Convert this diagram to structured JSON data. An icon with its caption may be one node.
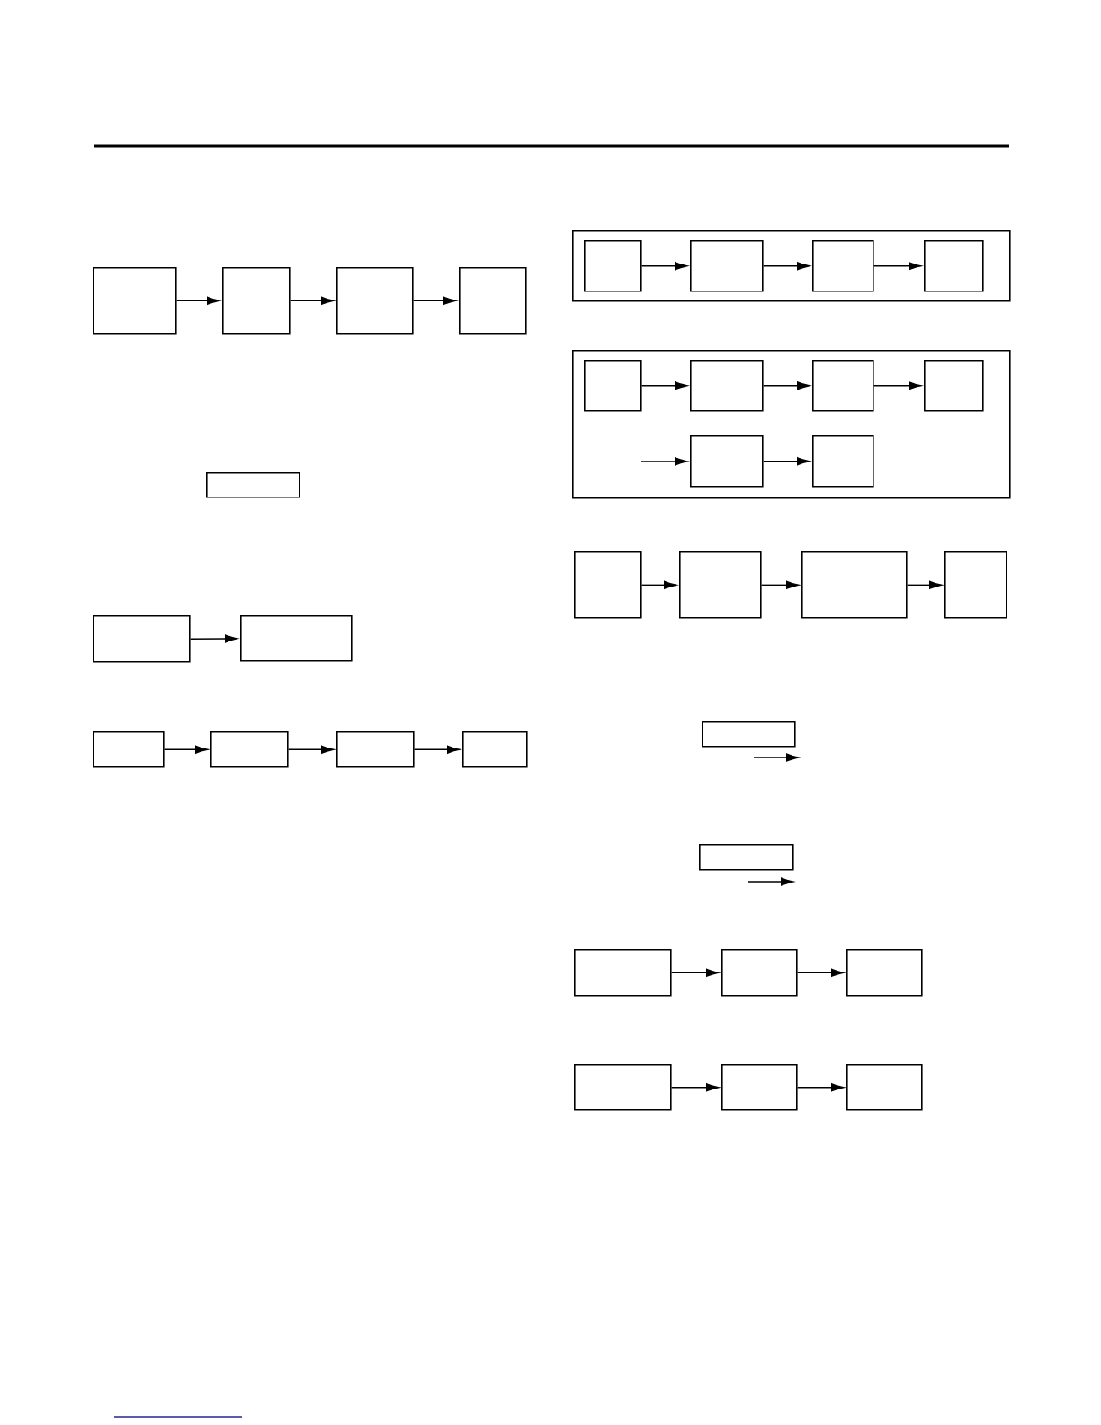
{
  "diagram": {
    "nodes": [
      {
        "text": [],
        "shape": "box"
      },
      {
        "text": [],
        "shape": "box"
      },
      {
        "text": [],
        "shape": "box"
      },
      {
        "text": [],
        "shape": "box"
      },
      {
        "text": [],
        "shape": "box"
      },
      {
        "text": [],
        "shape": "box"
      },
      {
        "text": [],
        "shape": "box"
      },
      {
        "text": [],
        "shape": "box"
      },
      {
        "text": [],
        "shape": "box"
      },
      {
        "text": [],
        "shape": "box"
      },
      {
        "text": [],
        "shape": "box"
      },
      {
        "text": [],
        "shape": "box"
      },
      {
        "text": [],
        "shape": "box",
        "in": 11
      },
      {
        "text": [],
        "shape": "box",
        "in": 11
      },
      {
        "text": [],
        "shape": "box",
        "in": 11
      },
      {
        "text": [],
        "shape": "box",
        "in": 11
      },
      {
        "text": [],
        "shape": "box"
      },
      {
        "text": [],
        "shape": "box",
        "in": 16
      },
      {
        "text": [],
        "shape": "box",
        "in": 16
      },
      {
        "text": [],
        "shape": "box",
        "in": 16
      },
      {
        "text": [],
        "shape": "box",
        "in": 16
      },
      {
        "text": [],
        "shape": "box",
        "in": 16
      },
      {
        "text": [],
        "shape": "box",
        "in": 16
      },
      {
        "text": [],
        "shape": "box"
      },
      {
        "text": [],
        "shape": "box"
      },
      {
        "text": [],
        "shape": "box"
      },
      {
        "text": [],
        "shape": "box"
      },
      {
        "text": [],
        "shape": "box"
      },
      {
        "text": [],
        "shape": "box"
      },
      {
        "text": [],
        "shape": "box"
      },
      {
        "text": [],
        "shape": "box"
      },
      {
        "text": [],
        "shape": "box"
      },
      {
        "text": [],
        "shape": "box"
      },
      {
        "text": [],
        "shape": "box"
      },
      {
        "text": [],
        "shape": "box"
      }
    ],
    "edges": [
      {
        "from": 0,
        "to": 1,
        "arrow": "to"
      },
      {
        "from": 1,
        "to": 2,
        "arrow": "to"
      },
      {
        "from": 2,
        "to": 3,
        "arrow": "to"
      },
      {
        "from": 5,
        "to": 6,
        "arrow": "to"
      },
      {
        "from": 7,
        "to": 8,
        "arrow": "to"
      },
      {
        "from": 8,
        "to": 9,
        "arrow": "to"
      },
      {
        "from": 9,
        "to": 10,
        "arrow": "to"
      },
      {
        "from": 12,
        "to": 13,
        "arrow": "to"
      },
      {
        "from": 13,
        "to": 14,
        "arrow": "to"
      },
      {
        "from": 14,
        "to": 15,
        "arrow": "to"
      },
      {
        "from": 17,
        "to": 18,
        "arrow": "to"
      },
      {
        "from": 18,
        "to": 19,
        "arrow": "to"
      },
      {
        "from": 19,
        "to": 20,
        "arrow": "to"
      },
      {
        "from": null,
        "to": 21,
        "arrow": "to"
      },
      {
        "from": 21,
        "to": 22,
        "arrow": "to"
      },
      {
        "from": 23,
        "to": 24,
        "arrow": "to"
      },
      {
        "from": 24,
        "to": 25,
        "arrow": "to"
      },
      {
        "from": 25,
        "to": 26,
        "arrow": "to"
      },
      {
        "from": 29,
        "to": 30,
        "arrow": "to"
      },
      {
        "from": 30,
        "to": 31,
        "arrow": "to"
      },
      {
        "from": 32,
        "to": 33,
        "arrow": "to"
      },
      {
        "from": 33,
        "to": 34,
        "arrow": "to"
      }
    ]
  }
}
